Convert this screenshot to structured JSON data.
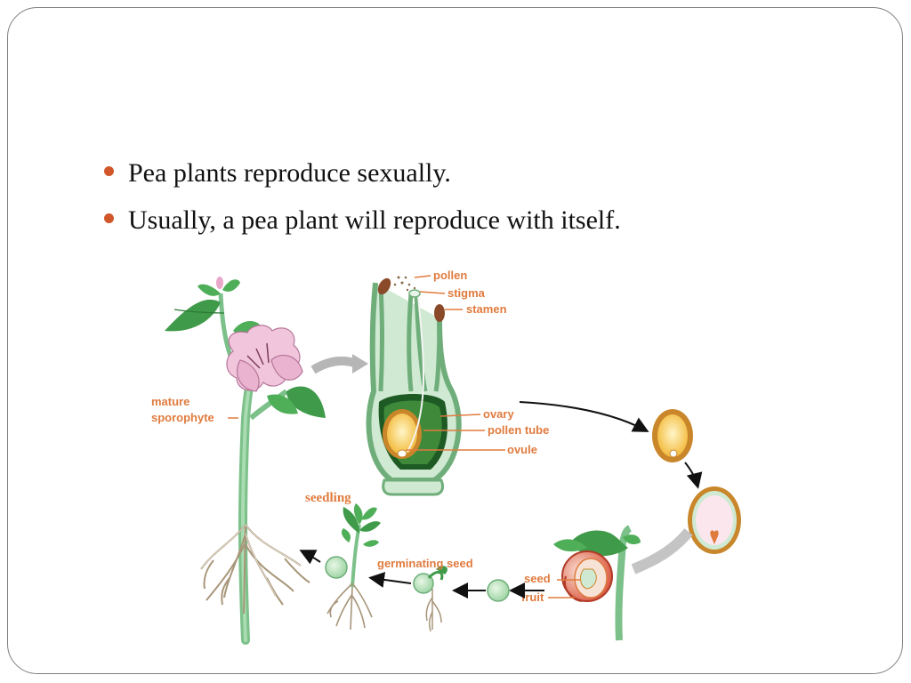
{
  "bullets": [
    "Pea plants reproduce sexually.",
    "Usually, a pea plant will reproduce with itself."
  ],
  "diagram": {
    "labels": {
      "pollen": "pollen",
      "stigma": "stigma",
      "stamen": "stamen",
      "ovary": "ovary",
      "pollen_tube": "pollen tube",
      "ovule": "ovule",
      "mature_1": "mature",
      "mature_2": "sporophyte",
      "seedling": "seedling",
      "germinating_seed": "germinating seed",
      "seed": "seed",
      "fruit": "fruit"
    }
  },
  "colors": {
    "bullet": "#d1562a",
    "label": "#e07b3e",
    "stem": "#7cc08a",
    "leaf": "#3f9a4a",
    "petal": "#f1c6dc",
    "ovule_fill": "#f6c540",
    "ovule_ring": "#c9862a"
  }
}
